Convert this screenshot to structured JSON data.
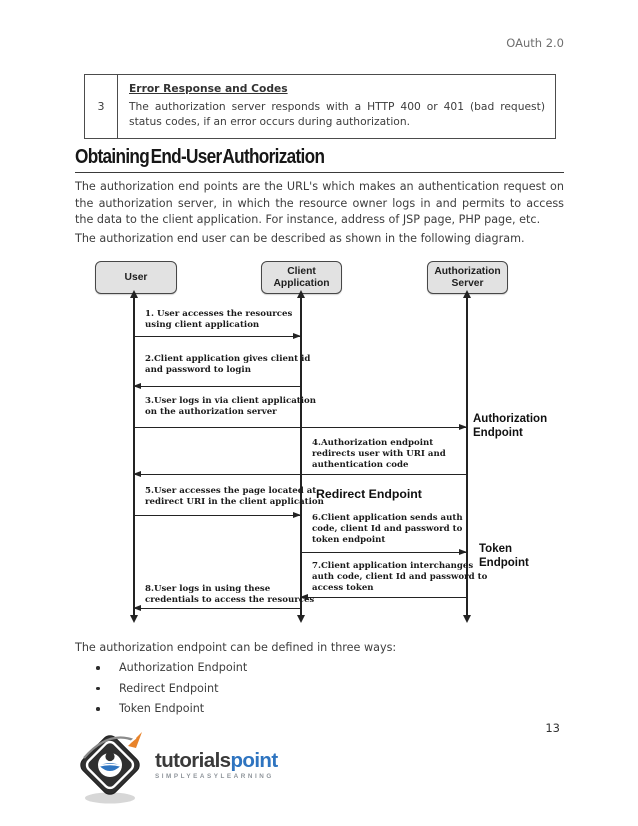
{
  "header": {
    "title": "OAuth 2.0"
  },
  "table": {
    "row_number": "3",
    "title": "Error Response and Codes",
    "body": "The authorization server responds with a HTTP 400 or 401 (bad request) status codes, if an error occurs during authorization."
  },
  "section": {
    "heading": "Obtaining End-User Authorization",
    "para1": "The authorization end points are the URL's which makes an authentication request on the authorization server, in which the resource owner logs in and permits to access the data to the client application. For instance, address of JSP page, PHP page, etc.",
    "para2": "The authorization end user can be described as shown in the following diagram."
  },
  "diagram": {
    "actors": [
      {
        "label": "User"
      },
      {
        "label": "Client Application"
      },
      {
        "label": "Authorization Server"
      }
    ],
    "messages": [
      {
        "text": "1. User accesses the resources using client application"
      },
      {
        "text": "2.Client application gives client id and password to login"
      },
      {
        "text": "3.User logs in via client application on the authorization server"
      },
      {
        "text": "4.Authorization endpoint redirects user with URI and authentication code"
      },
      {
        "text": "5.User accesses the page located at redirect URI in the client application"
      },
      {
        "text": "6.Client application sends auth code, client Id and password to token endpoint"
      },
      {
        "text": "7.Client application interchanges auth code, client Id and password to access token"
      },
      {
        "text": "8.User logs in using these credentials to access the resources"
      }
    ],
    "labels": [
      {
        "text": "Authorization Endpoint"
      },
      {
        "text": "Redirect Endpoint"
      },
      {
        "text": "Token Endpoint"
      }
    ]
  },
  "bottom": {
    "intro": "The authorization endpoint can be defined in three ways:",
    "bullets": [
      "Authorization Endpoint",
      "Redirect Endpoint",
      "Token Endpoint"
    ]
  },
  "footer": {
    "page_number": "13",
    "logo": {
      "part1": "tutorials",
      "part2": "point",
      "tagline": "SIMPLYEASYLEARNING"
    }
  },
  "colors": {
    "brand_blue": "#2e74c0",
    "brand_orange": "#e8832a",
    "header_gray": "#6f6f6f",
    "actor_box_fill": "#e2e2e2",
    "line_black": "#232323"
  }
}
